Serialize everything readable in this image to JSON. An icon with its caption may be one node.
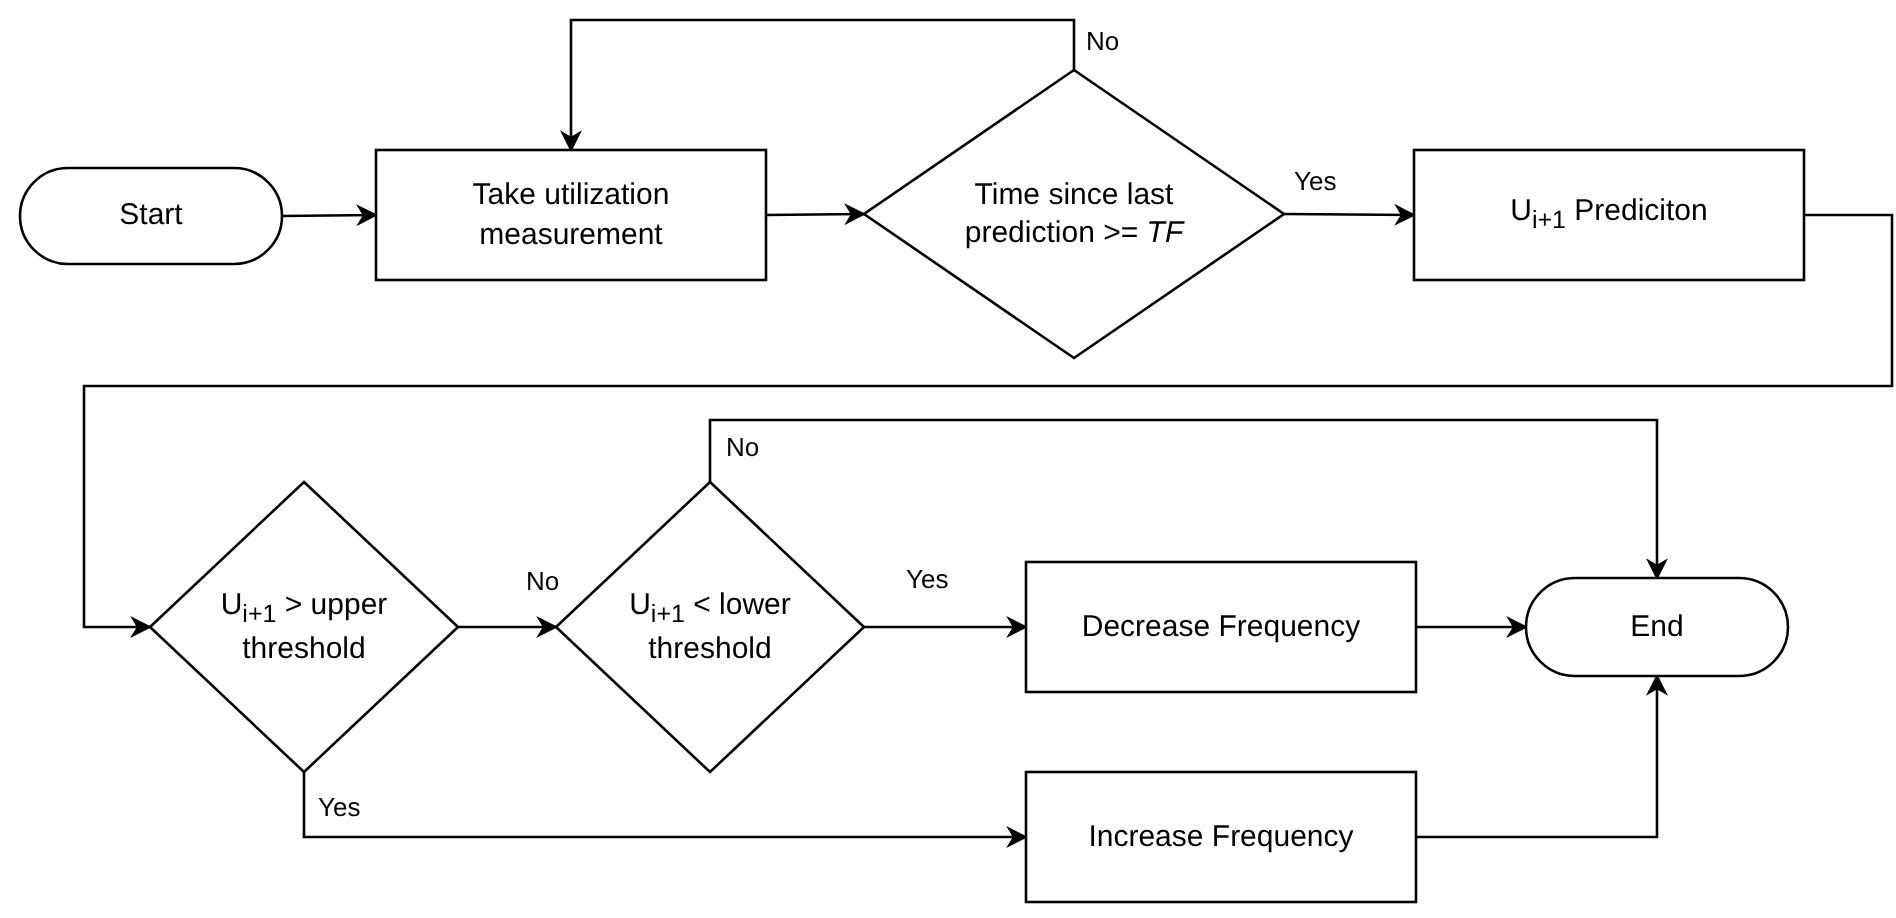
{
  "diagram": {
    "nodes": [
      {
        "text": [
          "Start"
        ]
      },
      {
        "text": [
          "Take utilization measurement"
        ]
      },
      {
        "text": [
          "Time since last prediction >= *TF*"
        ]
      },
      {
        "text": [
          "U$_{i+1}$ Prediciton"
        ]
      },
      {
        "text": [
          "U$_{i+1}$ > upper threshold"
        ]
      },
      {
        "text": [
          "U$_{i+1}$ < lower threshold"
        ]
      },
      {
        "text": [
          "Decrease Frequency"
        ]
      },
      {
        "text": [
          "End"
        ]
      },
      {
        "text": [
          "Increase Frequency"
        ]
      }
    ],
    "edges": [
      {
        "from": 0,
        "to": 1,
        "arrow": "to"
      },
      {
        "from": 1,
        "to": 2,
        "arrow": "to"
      },
      {
        "from": 2,
        "to": 1,
        "arrow": "to",
        "label": "No"
      },
      {
        "from": 2,
        "to": 3,
        "arrow": "to",
        "label": "Yes"
      },
      {
        "from": 3,
        "to": 4,
        "arrow": "to"
      },
      {
        "from": 4,
        "to": 5,
        "arrow": "to",
        "label": "No"
      },
      {
        "from": 4,
        "to": 8,
        "arrow": "to",
        "label": "Yes"
      },
      {
        "from": 5,
        "to": 6,
        "arrow": "to",
        "label": "Yes"
      },
      {
        "from": 5,
        "to": 7,
        "arrow": "to",
        "label": "No"
      },
      {
        "from": 6,
        "to": 7,
        "arrow": "to"
      },
      {
        "from": 8,
        "to": 7,
        "arrow": "to"
      }
    ]
  }
}
